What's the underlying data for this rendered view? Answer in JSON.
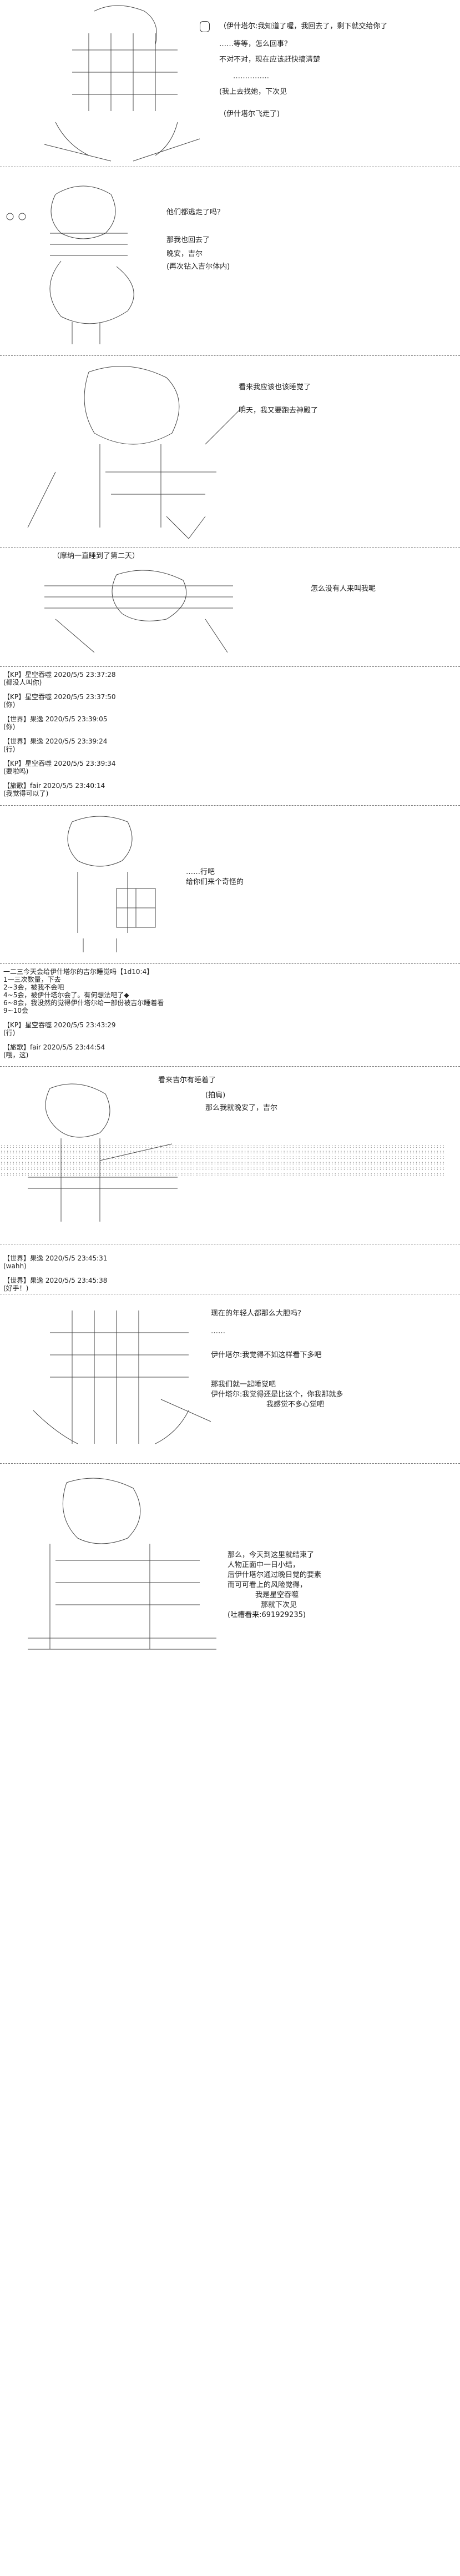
{
  "panel1": {
    "lines": [
      "（伊什塔尔:我知道了喔，我回去了，剩下就交给你了",
      "……等等，怎么回事？",
      "不对不对，现在应该赶快搞清楚",
      "……………",
      "(我上去找她，下次见",
      "（伊什塔尔飞走了)"
    ]
  },
  "panel2": {
    "lines": [
      "他们都逃走了吗？",
      "那我也回去了",
      "晚安，吉尔",
      "(再次钻入吉尔体内)"
    ]
  },
  "panel3": {
    "lines": [
      "看来我应该也该睡觉了",
      "明天，我又要跑去神殿了"
    ]
  },
  "panel4": {
    "caption": "（摩纳一直睡到了第二天）",
    "lines": [
      "怎么没有人来叫我呢"
    ]
  },
  "posts1": [
    "【KP】星空吞噬 2020/5/5 23:37:28",
    "(都没人叫你)",
    "【KP】星空吞噬 2020/5/5 23:37:50",
    "(你)",
    "【世界】果逸 2020/5/5 23:39:05",
    "(你)",
    "【世界】果逸 2020/5/5 23:39:24",
    "(行)",
    "【KP】星空吞噬 2020/5/5 23:39:34",
    "(要啦吗)",
    "【旅歌】fair 2020/5/5 23:40:14",
    "(我觉得可以了)"
  ],
  "panel5": {
    "lines": [
      "……行吧",
      "给你们来个奇怪的"
    ]
  },
  "posts2": [
    "一二三今天会给伊什塔尔的吉尔睡觉吗【1d10:4】",
    "1一三次数量，下去",
    "2~3会，被我不会吧",
    "4~5会，被伊什塔尔会了。有何想法吧了◆",
    "6~8会，我没然的觉得伊什塔尔给一部份被吉尔睡着看",
    "9~10会",
    "【KP】星空吞噬 2020/5/5 23:43:29",
    "(行)",
    "【旅歌】fair 2020/5/5 23:44:54",
    "(哦，这)"
  ],
  "panel6": {
    "lines": [
      "看来吉尔有睡着了",
      "(拍肩)",
      "那么我就晚安了，吉尔"
    ]
  },
  "posts3": [
    "【世界】果逸 2020/5/5 23:45:31",
    "(wahh)",
    "【世界】果逸 2020/5/5 23:45:38",
    "(好手！)"
  ],
  "panel7": {
    "lines": [
      "现在的年轻人都那么大胆吗？",
      "……",
      "伊什塔尔:我觉得不如这样看下多吧",
      "那我们就一起睡觉吧",
      "伊什塔尔:我觉得还是比这个，你我那就多",
      "我感觉不多心觉吧"
    ]
  },
  "panel8": {
    "lines": [
      "那么，今天到这里就结束了",
      "人物正面中一日小结，",
      "后伊什塔尔通过晚日觉的要素",
      "而可可看上的风险觉得，",
      "我是星空吞噬",
      "那就下次见",
      "(吐槽看来:691929235)"
    ]
  }
}
